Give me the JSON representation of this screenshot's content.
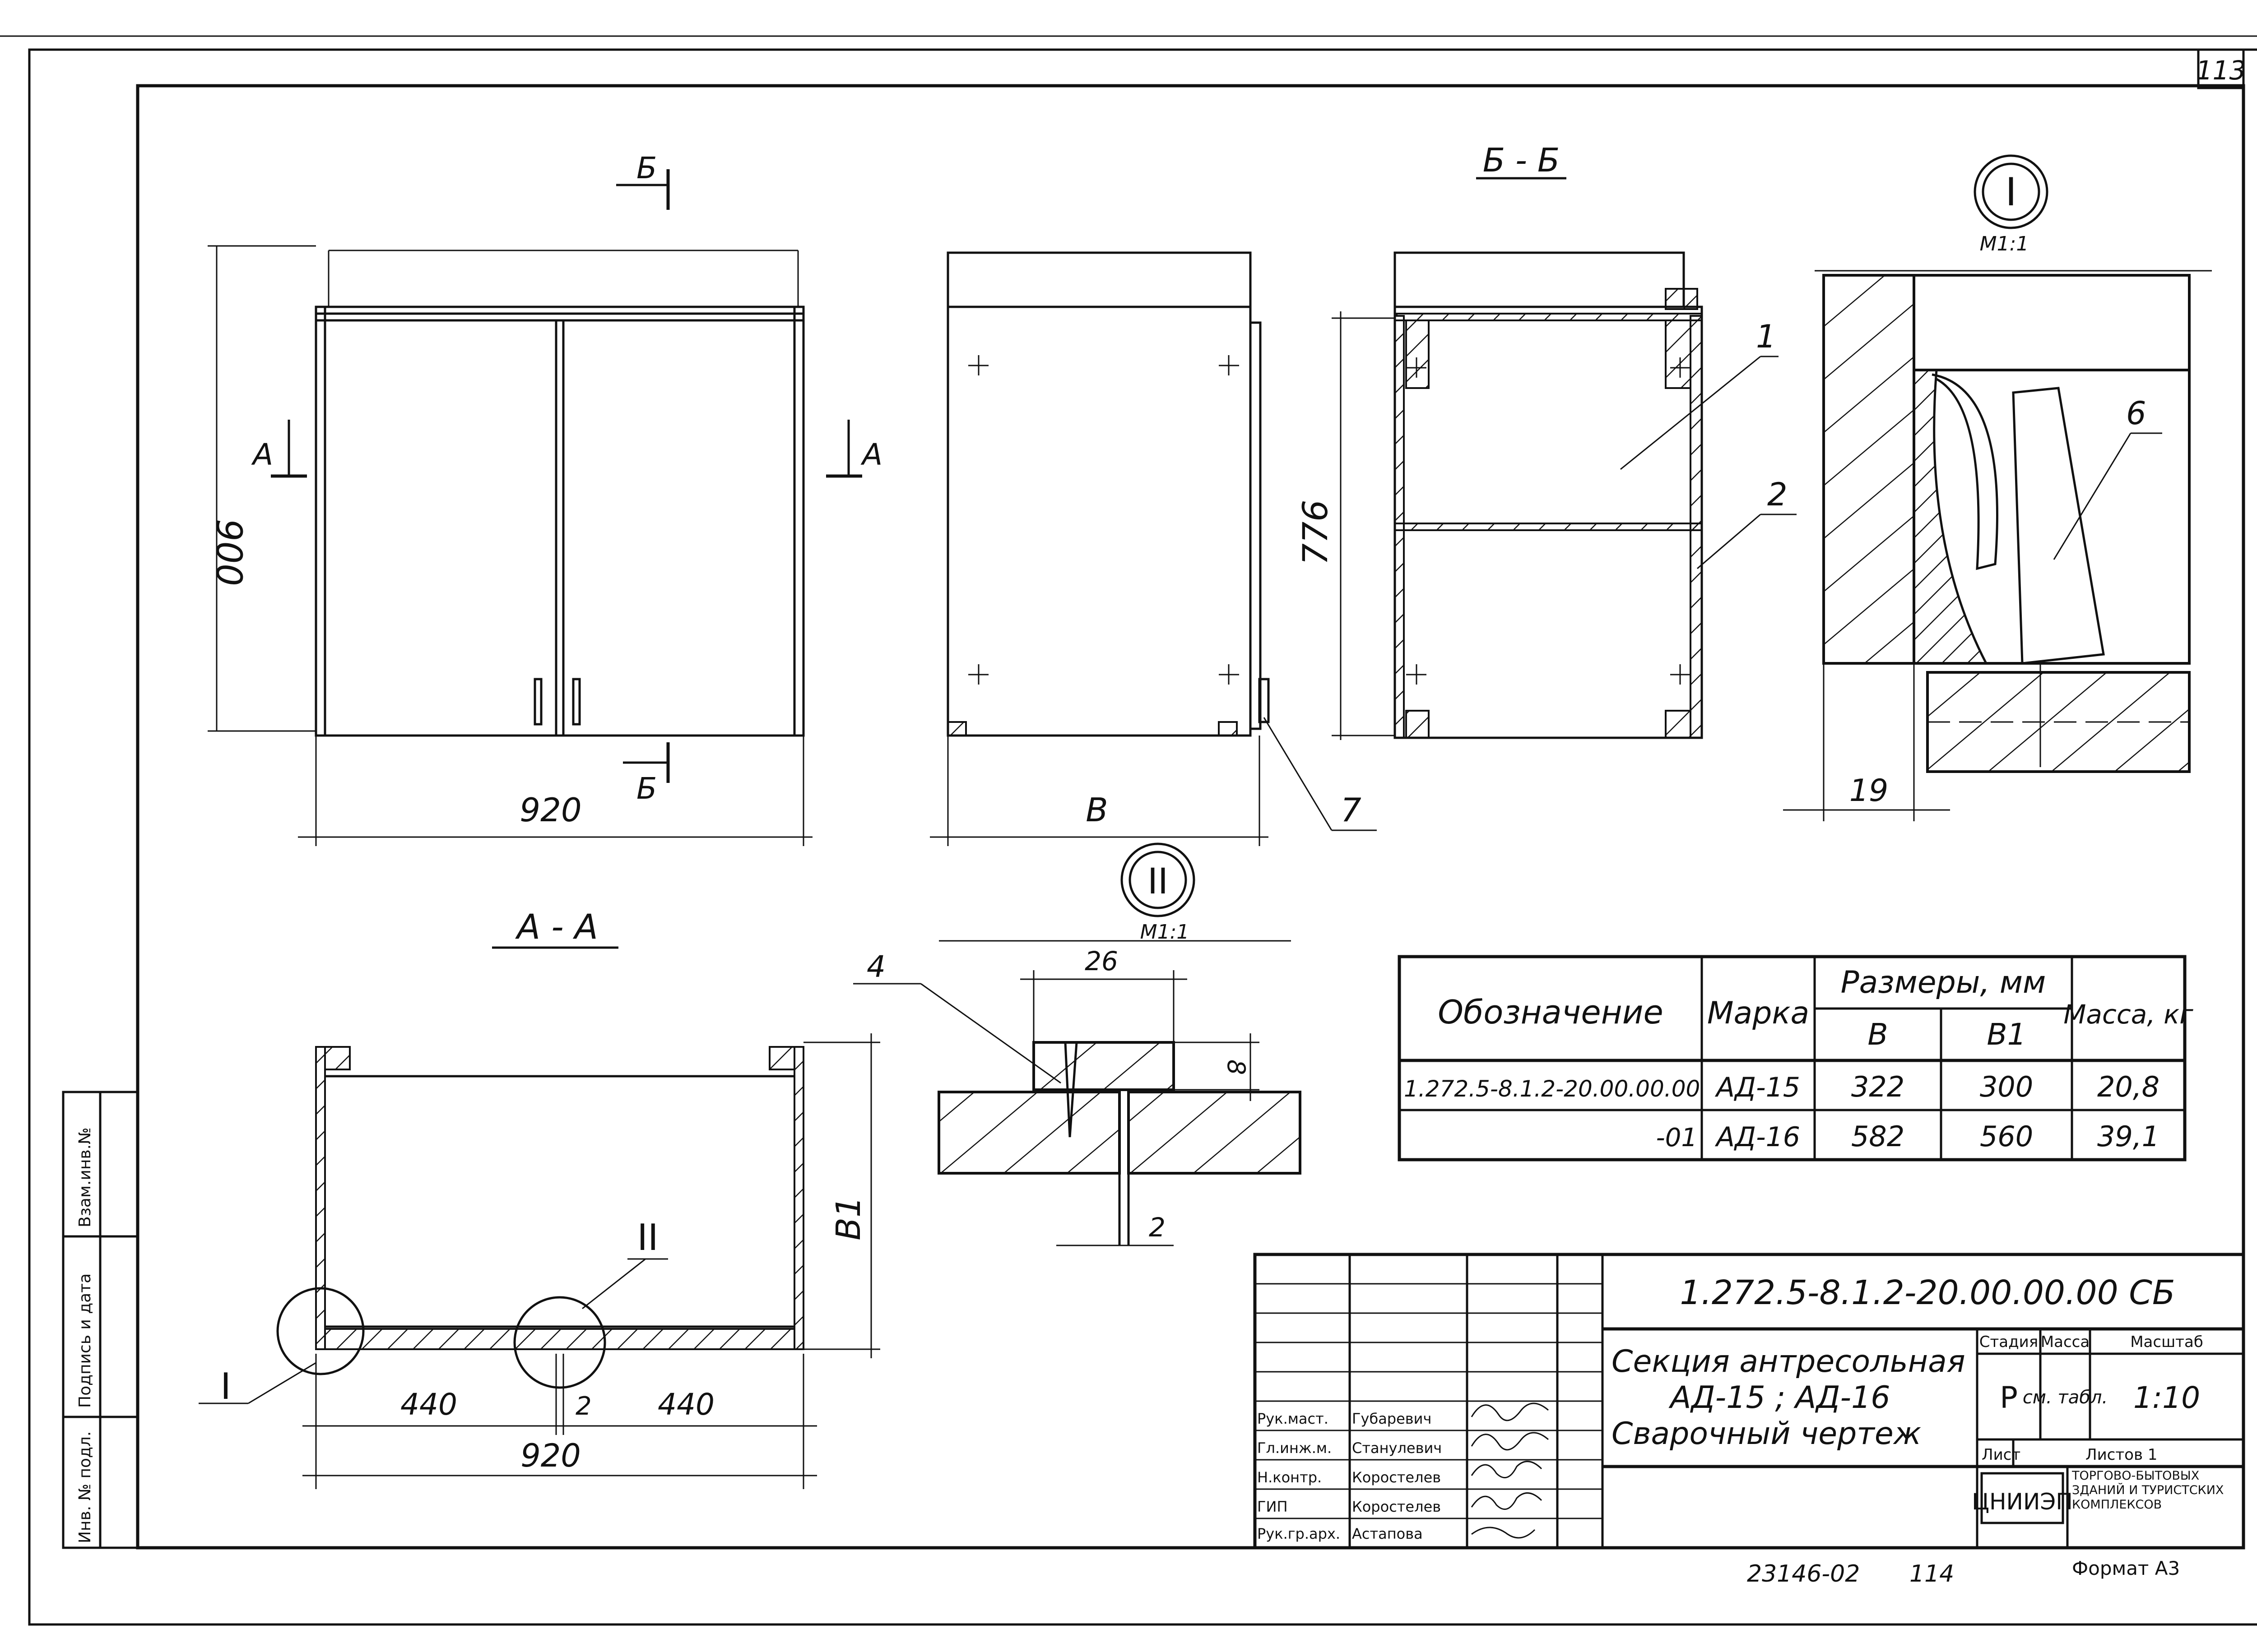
{
  "sheet_number": "113",
  "drawing_code": "1.272.5-8.1.2-20.00.00.00 СБ",
  "title": {
    "line1": "Секция антресольная",
    "line2": "АД-15 ; АД-16",
    "line3": "Сварочный чертеж"
  },
  "views": {
    "section_bb_label": "Б - Б",
    "section_aa_label": "А - А",
    "detail_I_label": "I",
    "detail_II_label": "II",
    "scale_detail": "М1:1",
    "cut_mark_b": "Б",
    "cut_mark_a": "А",
    "leader_I": "I",
    "leader_II": "II"
  },
  "dimensions": {
    "front_height": "900",
    "front_width": "920",
    "side_width": "В",
    "section_height": "776",
    "plan_width": "920",
    "plan_left": "440",
    "plan_gap": "2",
    "plan_right": "440",
    "plan_depth": "В1",
    "detail1_thickness": "19",
    "detail2_width": "26",
    "detail2_height": "8",
    "detail2_gap": "2"
  },
  "callouts": [
    "1",
    "2",
    "4",
    "6",
    "7"
  ],
  "spec_table": {
    "headers": {
      "designation": "Обозначение",
      "mark": "Марка",
      "sizes": "Размеры, мм",
      "b": "В",
      "b1": "В1",
      "mass": "Масса, кг"
    },
    "rows": [
      {
        "designation": "1.272.5-8.1.2-20.00.00.00",
        "mark": "АД-15",
        "b": "322",
        "b1": "300",
        "mass": "20,8"
      },
      {
        "designation": "-01",
        "mark": "АД-16",
        "b": "582",
        "b1": "560",
        "mass": "39,1"
      }
    ]
  },
  "title_block": {
    "stage_label": "Стадия",
    "mass_label": "Масса",
    "scale_label": "Масштаб",
    "stage": "Р",
    "mass": "см. табл.",
    "scale": "1:10",
    "sheet_label": "Лист",
    "sheets_label": "Листов 1",
    "org_logo": "ЦНИИЭП",
    "org_name": "торгово-бытовых зданий и туристских комплексов",
    "signatures": [
      {
        "role": "Рук.маст.",
        "name": "Губаревич"
      },
      {
        "role": "Гл.инж.м.",
        "name": "Станулевич"
      },
      {
        "role": "Н.контр.",
        "name": "Коростелев"
      },
      {
        "role": "ГИП",
        "name": "Коростелев"
      },
      {
        "role": "Рук.гр.арх.",
        "name": "Астапова"
      }
    ]
  },
  "side_stamp": [
    "Инв. № подл.",
    "Подпись и дата",
    "Взам.инв.№"
  ],
  "footer": {
    "archive_no": "23146-02",
    "page_no": "114",
    "format": "Формат А3"
  }
}
